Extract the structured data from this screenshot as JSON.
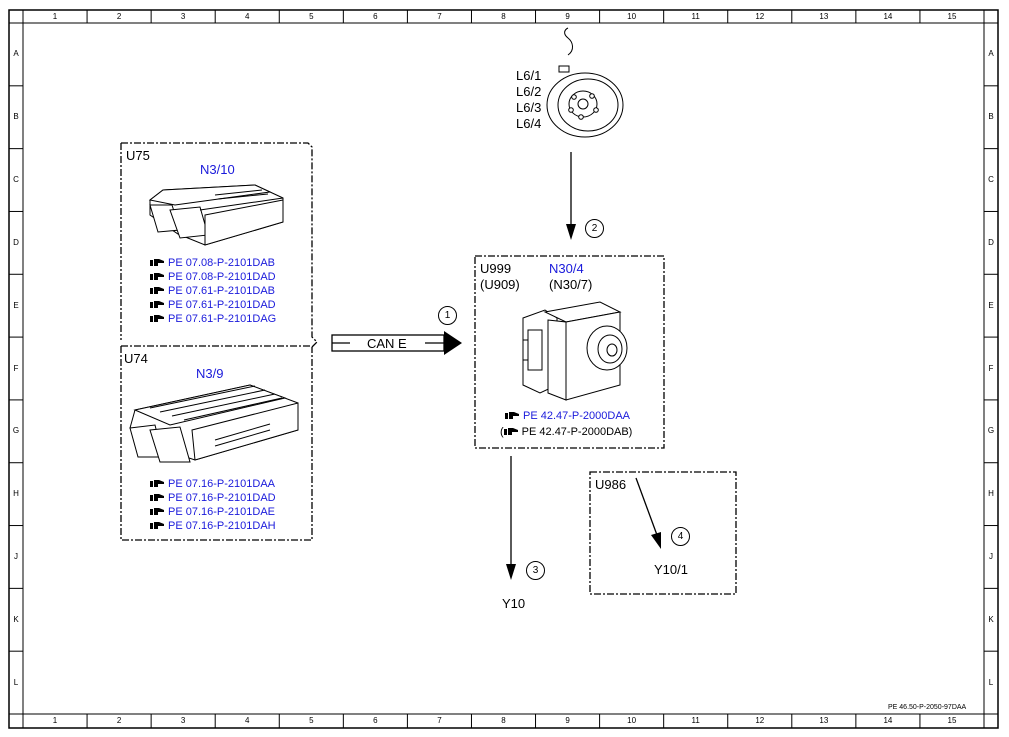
{
  "grid": {
    "columns": [
      "1",
      "2",
      "3",
      "4",
      "5",
      "6",
      "7",
      "8",
      "9",
      "10",
      "11",
      "12",
      "13",
      "14",
      "15"
    ],
    "rows": [
      "A",
      "B",
      "C",
      "D",
      "E",
      "F",
      "G",
      "H",
      "J",
      "K",
      "L"
    ]
  },
  "modules": {
    "u75": {
      "group": "U75",
      "component": "N3/10",
      "refs": [
        "PE 07.08-P-2101DAB",
        "PE 07.08-P-2101DAD",
        "PE 07.61-P-2101DAB",
        "PE 07.61-P-2101DAD",
        "PE 07.61-P-2101DAG"
      ]
    },
    "u74": {
      "group": "U74",
      "component": "N3/9",
      "refs": [
        "PE 07.16-P-2101DAA",
        "PE 07.16-P-2101DAD",
        "PE 07.16-P-2101DAE",
        "PE 07.16-P-2101DAH"
      ]
    },
    "u999": {
      "group": "U999",
      "group_alt": "(U909)",
      "component": "N30/4",
      "component_alt": "(N30/7)",
      "ref_main": "PE 42.47-P-2000DAA",
      "ref_alt_open": "(",
      "ref_alt": "PE 42.47-P-2000DAB)"
    },
    "u986": {
      "group": "U986",
      "component": "Y10/1"
    }
  },
  "sensors": [
    "L6/1",
    "L6/2",
    "L6/3",
    "L6/4"
  ],
  "can_label": "CAN E",
  "valve": "Y10",
  "circle_numbers": [
    "1",
    "2",
    "3",
    "4"
  ],
  "document_id": "PE 46.50-P-2050-97DAA",
  "colors": {
    "link_blue": "#1a1adb",
    "line": "#000000"
  },
  "icons": [
    "hand-pointer-icon",
    "ecu-icon",
    "brake-disc-icon",
    "abs-unit-icon"
  ]
}
